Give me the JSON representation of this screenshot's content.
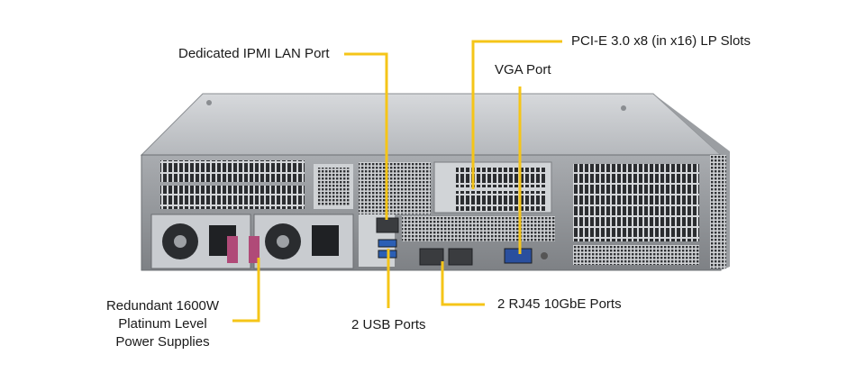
{
  "labels": {
    "ipmi": "Dedicated IPMI LAN Port",
    "pcie": "PCI-E 3.0 x8 (in x16) LP Slots",
    "vga": "VGA Port",
    "psu": [
      "Redundant 1600W",
      "Platinum Level",
      "Power Supplies"
    ],
    "usb": "2 USB Ports",
    "rj45": "2 RJ45 10GbE Ports"
  },
  "colors": {
    "callout": "#f5c518",
    "chassis_top": "#c9cbce",
    "chassis_face": "#8f9296",
    "panel_dark": "#2b2d30",
    "metal": "#b8bbbf"
  }
}
